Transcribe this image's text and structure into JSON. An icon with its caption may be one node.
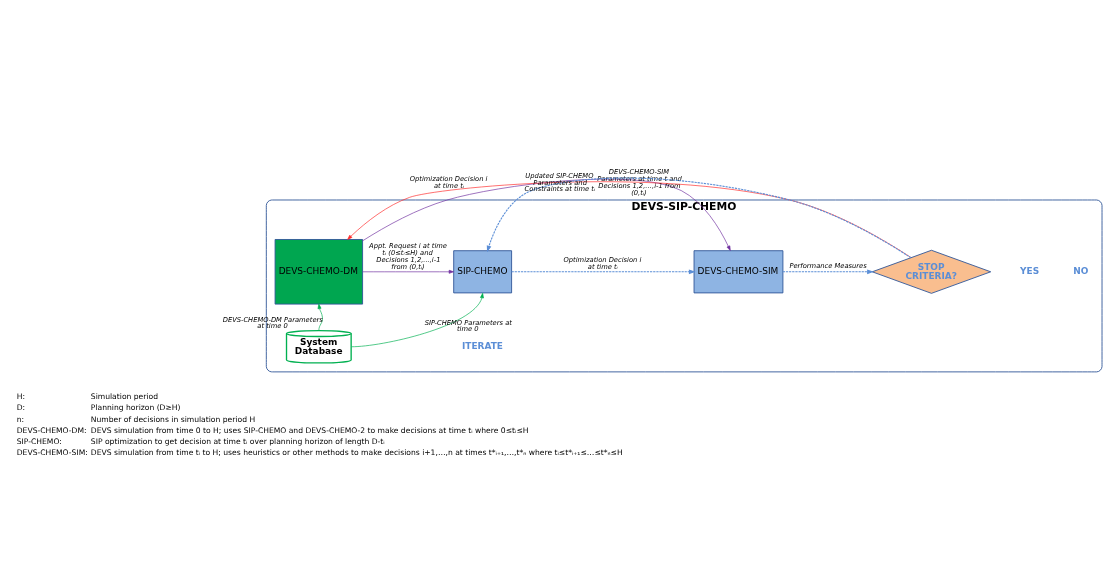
{
  "diagram": {
    "nodes": [
      {
        "text": [
          "DEVS-SIP-CHEMO"
        ]
      },
      {
        "text": [
          "DEVS-CHEMO-DM"
        ],
        "in": 0
      },
      {
        "text": [
          "SIP-CHEMO"
        ],
        "in": 0
      },
      {
        "text": [
          "DEVS-CHEMO-SIM"
        ],
        "in": 0
      },
      {
        "text": [
          "STOP CRITERIA?"
        ],
        "in": 0
      },
      {
        "text": [
          "System Database"
        ],
        "in": 0
      }
    ],
    "edges": [
      {
        "from": 1,
        "to": 3,
        "arrow": "to",
        "label": "DEVS-CHEMO-SIM Parameters at time t and Decisions 1,2,…,i-1 from (0,tᵢ)",
        "color": "#7030a0"
      },
      {
        "from": 1,
        "to": 2,
        "arrow": "to",
        "label": "Appt. Request i at time tᵢ (0≤tᵢ≤H) and Decisions 1,2,...,i-1 from (0,tᵢ)",
        "color": "#7030a0"
      },
      {
        "from": 2,
        "to": 3,
        "arrow": "to",
        "label": "Optimization Decision i at time tᵢ",
        "style": "dashed",
        "color": "#5b8ed6"
      },
      {
        "from": 3,
        "to": 4,
        "arrow": "to",
        "label": "Performance Measures",
        "style": "dashed",
        "color": "#5b8ed6"
      },
      {
        "from": 4,
        "to": 1,
        "arrow": "to",
        "label": "Optimization Decision i at time tᵢ",
        "color": "#ff2a2a"
      },
      {
        "from": 4,
        "to": 2,
        "arrow": "to",
        "label": "Updated SIP-CHEMO Parameters and Constraints at time tᵢ",
        "style": "dashed",
        "color": "#5b8ed6"
      },
      {
        "from": 5,
        "to": 1,
        "arrow": "to",
        "label": "DEVS-CHEMO-DM Parameters at time 0",
        "color": "#00b050"
      },
      {
        "from": 5,
        "to": 2,
        "arrow": "to",
        "label": "SIP-CHEMO Parameters at time 0",
        "color": "#00b050"
      }
    ],
    "labels": [
      "YES",
      "NO",
      "ITERATE",
      "H:",
      "Simulation period",
      "D:",
      "Planning horizon (D≥H)",
      "n:",
      "Number of decisions in simulation period H",
      "DEVS-CHEMO-DM:",
      "DEVS simulation from time 0 to H; uses SIP-CHEMO and DEVS-CHEMO-2 to make decisions at time tᵢ where 0≤tᵢ≤H",
      "SIP-CHEMO:",
      "SIP optimization to get decision at time tᵢ over planning horizon of length D-tᵢ",
      "DEVS-CHEMO-SIM:",
      "DEVS simulation from time tᵢ to H; uses heuristics or other methods to make decisions i+1,…,n at times t*ᵢ₊₁,…,t*ₙ where tᵢ≤t*ᵢ₊₁≤…≤t*ₙ≤H"
    ]
  }
}
